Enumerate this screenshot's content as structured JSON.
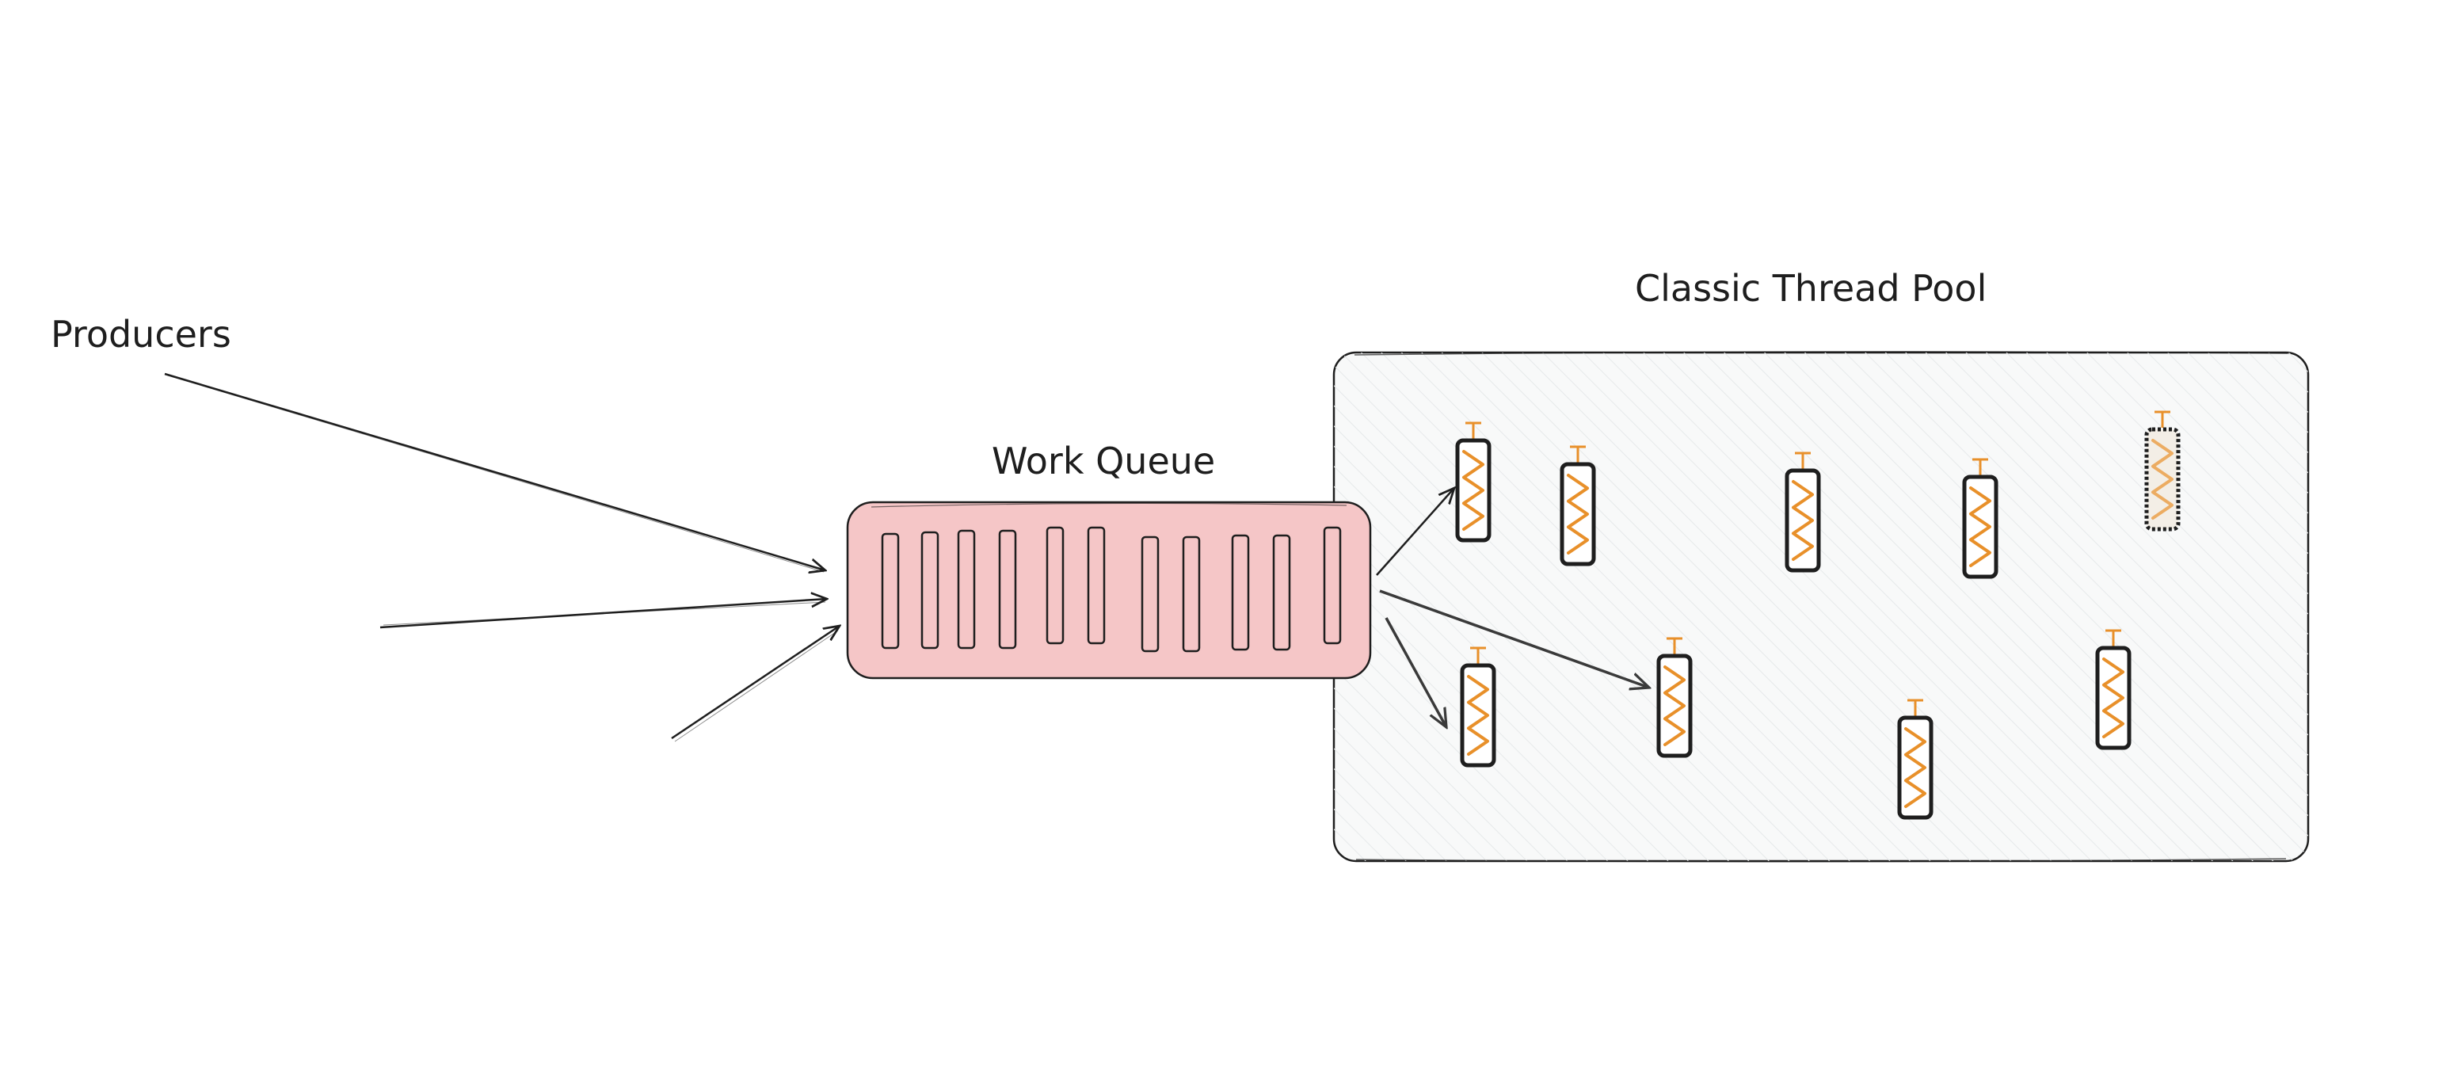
{
  "labels": {
    "producers": "Producers",
    "work_queue": "Work Queue",
    "thread_pool": "Classic Thread Pool"
  },
  "colors": {
    "ink": "#1e1e1e",
    "queue_fill": "#f5c6c7",
    "pool_fill": "#f8f9f9",
    "thread_wave": "#e8902a"
  },
  "icons": {
    "thread": "thread-worker-icon"
  }
}
